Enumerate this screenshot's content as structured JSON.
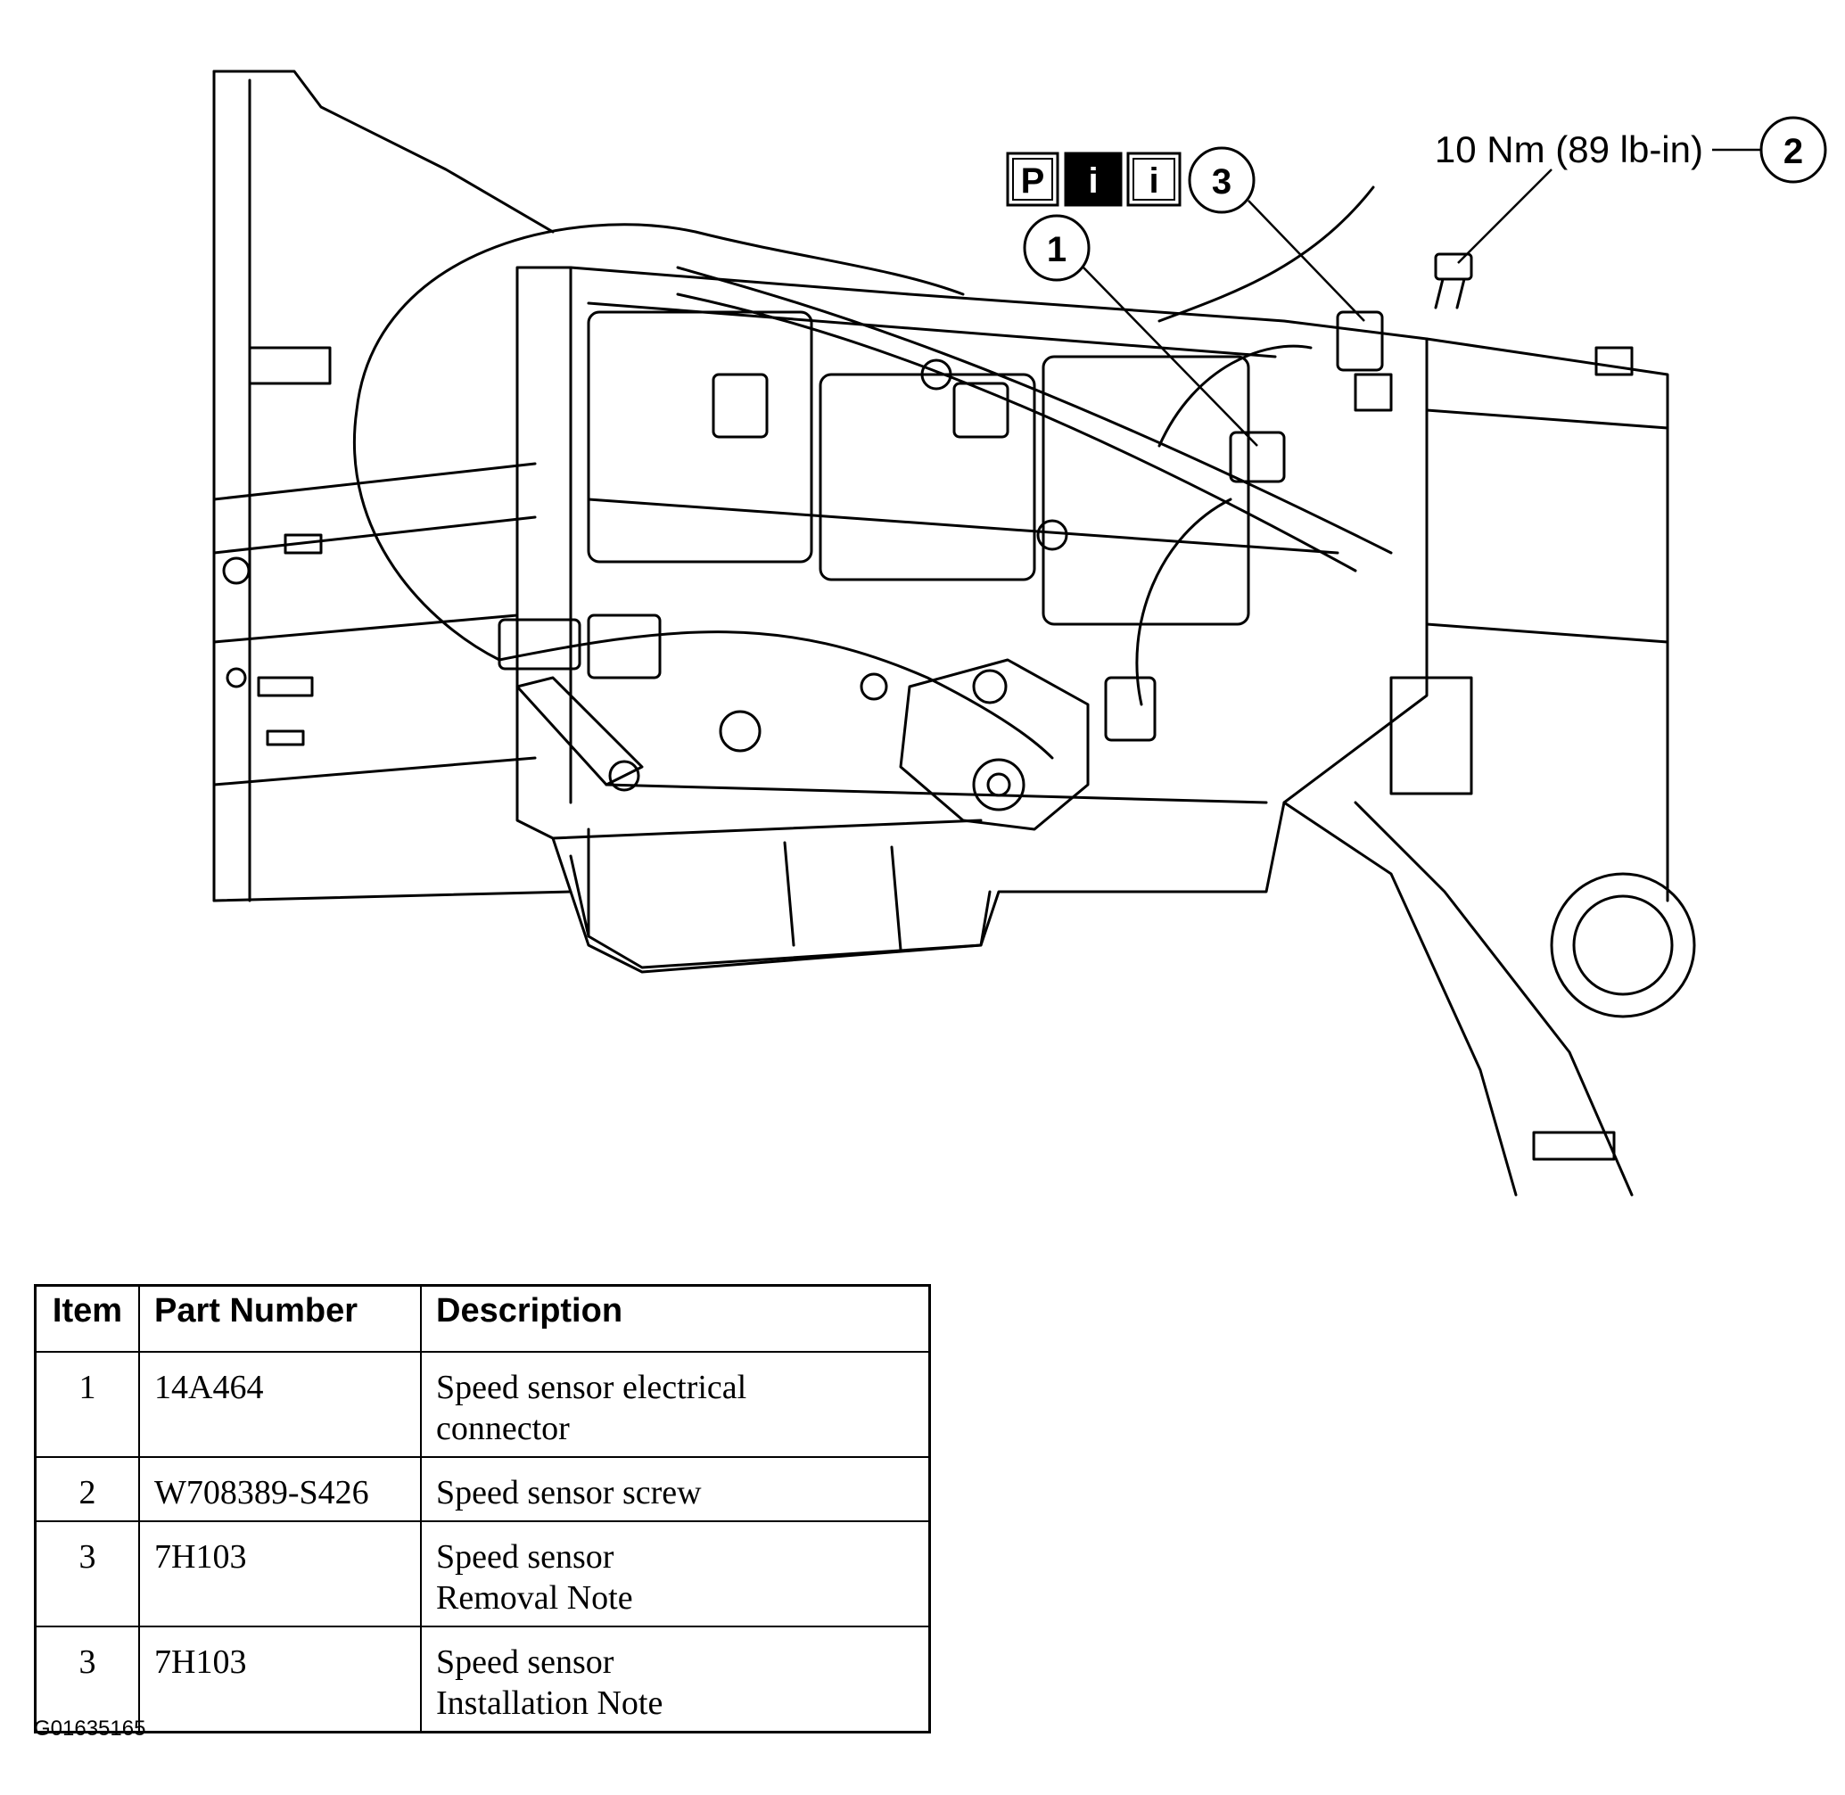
{
  "callouts": [
    {
      "id": "callout-1",
      "number": "1"
    },
    {
      "id": "callout-2",
      "number": "2"
    },
    {
      "id": "callout-3",
      "number": "3"
    }
  ],
  "torque_spec": "10 Nm (89 lb-in)",
  "icons": [
    {
      "name": "procedure-icon",
      "letter": "P",
      "style": "outlined"
    },
    {
      "name": "info-icon-filled",
      "letter": "i",
      "style": "filled"
    },
    {
      "name": "info-icon-outlined",
      "letter": "i",
      "style": "outlined"
    }
  ],
  "table": {
    "headers": [
      "Item",
      "Part Number",
      "Description"
    ],
    "rows": [
      {
        "item": "1",
        "part_number": "14A464",
        "description": [
          "Speed sensor electrical",
          "connector"
        ]
      },
      {
        "item": "2",
        "part_number": "W708389-S426",
        "description": [
          "Speed sensor screw"
        ]
      },
      {
        "item": "3",
        "part_number": "7H103",
        "description": [
          "Speed sensor",
          "Removal Note"
        ]
      },
      {
        "item": "3",
        "part_number": "7H103",
        "description": [
          "Speed sensor",
          "Installation Note"
        ]
      }
    ]
  },
  "figure_code": "G01635165",
  "colors": {
    "line": "#000000",
    "background": "#ffffff"
  }
}
